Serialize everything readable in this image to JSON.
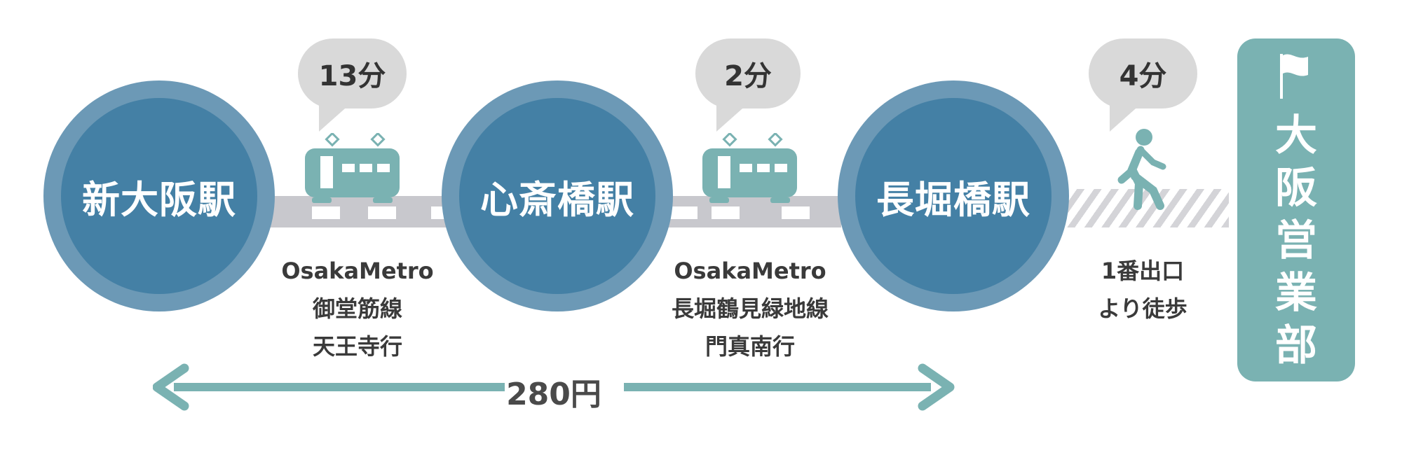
{
  "stations": [
    {
      "name": "新大阪駅"
    },
    {
      "name": "心斎橋駅"
    },
    {
      "name": "長堀橋駅"
    }
  ],
  "segments": [
    {
      "time": "13分",
      "route_lines": [
        "OsakaMetro",
        "御堂筋線",
        "天王寺行"
      ],
      "mode": "train"
    },
    {
      "time": "2分",
      "route_lines": [
        "OsakaMetro",
        "長堀鶴見緑地線",
        "門真南行"
      ],
      "mode": "train"
    },
    {
      "time": "4分",
      "route_lines": [
        "1番出口",
        "より徒歩"
      ],
      "mode": "walk"
    }
  ],
  "destination": {
    "chars": [
      "大",
      "阪",
      "営",
      "業",
      "部"
    ]
  },
  "fare": {
    "label": "280円"
  },
  "colors": {
    "station_outer": "#6c99b6",
    "station_inner": "#4480a5",
    "train": "#7ab2b2",
    "arrow": "#7ab2b2",
    "destination": "#7ab2b2",
    "bubble": "#d9d9d9",
    "track": "#c8c8cd"
  },
  "icons": [
    "train-icon",
    "walking-person-icon",
    "flag-icon",
    "double-arrow-icon"
  ]
}
